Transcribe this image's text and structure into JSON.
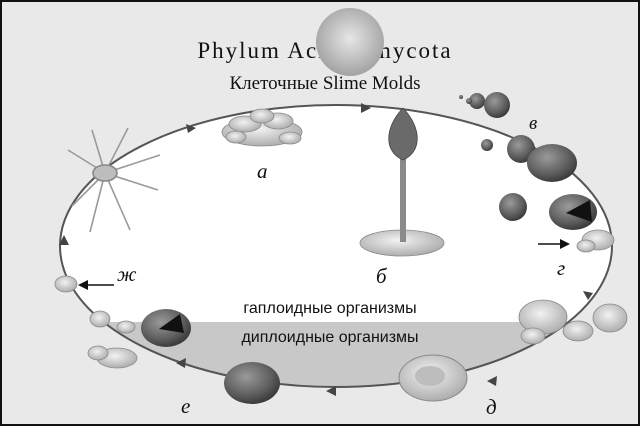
{
  "title": "Phylum Acrasiomycota",
  "subtitle": "Клеточные Slime Molds",
  "zones": {
    "haploid": "гаплоидные организмы",
    "diploid": "диплоидные организмы"
  },
  "stage_labels": {
    "a": "а",
    "b": "б",
    "v": "в",
    "g": "г",
    "d": "д",
    "e": "е",
    "zh": "ж"
  },
  "colors": {
    "panel_bg": "#e9e9e9",
    "haploid_zone": "#ffffff",
    "diploid_zone": "#c8c8c8",
    "cycle_line": "#555555",
    "arrow": "#444444",
    "spore": "#6e6e6e",
    "rays": "#9a9a9a"
  }
}
